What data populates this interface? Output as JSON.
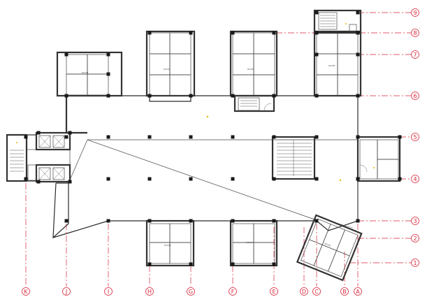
{
  "grid_right": [
    "9",
    "8",
    "7",
    "6",
    "5",
    "4",
    "3",
    "2",
    "1"
  ],
  "grid_bottom": [
    "K",
    "J",
    "I",
    "H",
    "G",
    "F",
    "E",
    "D",
    "C",
    "B",
    "A"
  ],
  "colors": {
    "grid": "#d8263a",
    "wall": "#2a2a2a",
    "column": "#1a1a1a",
    "marker": "#e8b400"
  }
}
